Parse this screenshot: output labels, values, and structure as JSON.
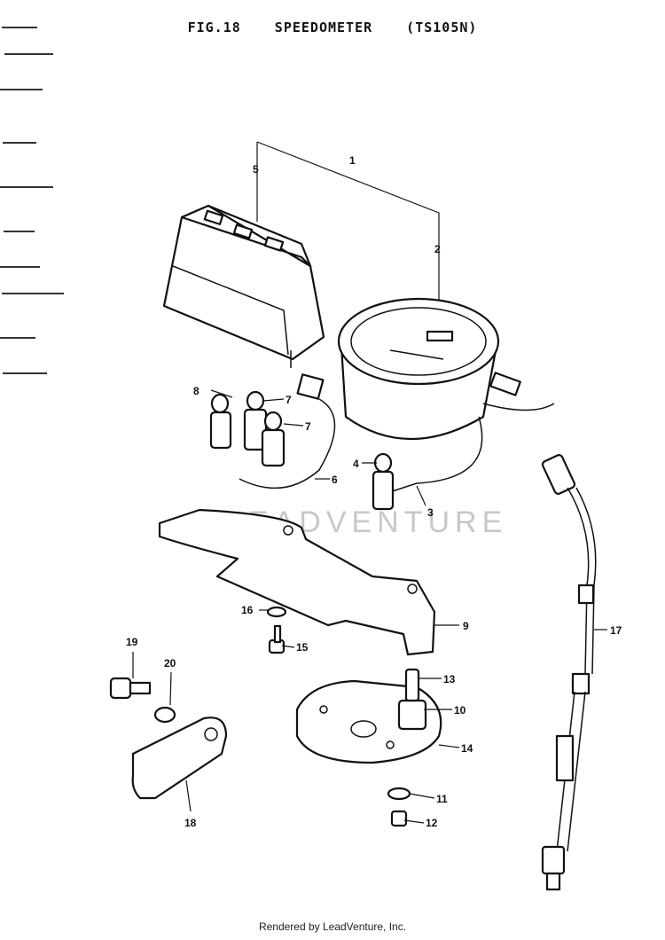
{
  "header": {
    "fig": "FIG.18",
    "name": "SPEEDOMETER",
    "model": "(TS105N)"
  },
  "footer": {
    "credit": "Rendered by LeadVenture, Inc."
  },
  "watermark": {
    "text": "LEADVENTURE"
  },
  "callouts": [
    "1",
    "2",
    "3",
    "4",
    "5",
    "6",
    "7",
    "7",
    "8",
    "9",
    "10",
    "11",
    "12",
    "13",
    "14",
    "15",
    "16",
    "17",
    "18",
    "19",
    "20"
  ]
}
